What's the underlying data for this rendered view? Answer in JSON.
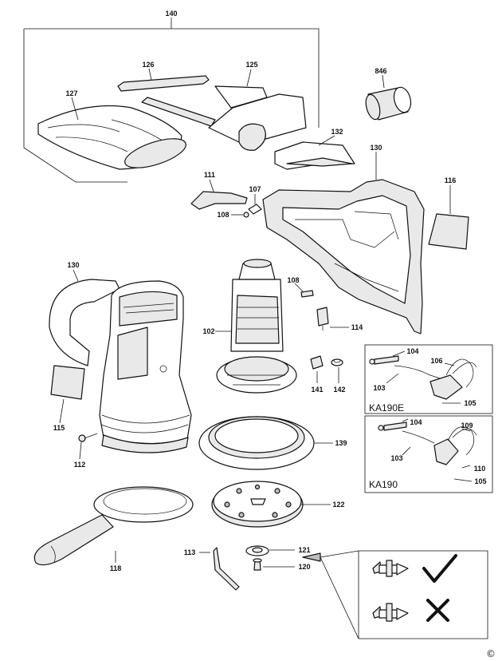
{
  "labels": {
    "p140": "140",
    "p126": "126",
    "p125": "125",
    "p127": "127",
    "p846": "846",
    "p132": "132",
    "p130a": "130",
    "p111": "111",
    "p107": "107",
    "p108a": "108",
    "p116": "116",
    "p130b": "130",
    "p108b": "108",
    "p102": "102",
    "p114": "114",
    "p104a": "104",
    "p106": "106",
    "p103a": "103",
    "p105a": "105",
    "p141": "141",
    "p142": "142",
    "p115": "115",
    "p112": "112",
    "p104b": "104",
    "p109": "109",
    "p103b": "103",
    "p110": "110",
    "p105b": "105",
    "p139": "139",
    "p122": "122",
    "p118": "118",
    "p113": "113",
    "p121": "121",
    "p120": "120"
  },
  "models": {
    "ka190e": "KA190E",
    "ka190": "KA190"
  },
  "copyright": "©",
  "colors": {
    "line": "#111111",
    "fill_light": "#e9e9e9",
    "fill_dark": "#bdbdbd",
    "background": "#ffffff"
  },
  "icons": {
    "correct": "check-mark-icon",
    "incorrect": "cross-mark-icon"
  }
}
